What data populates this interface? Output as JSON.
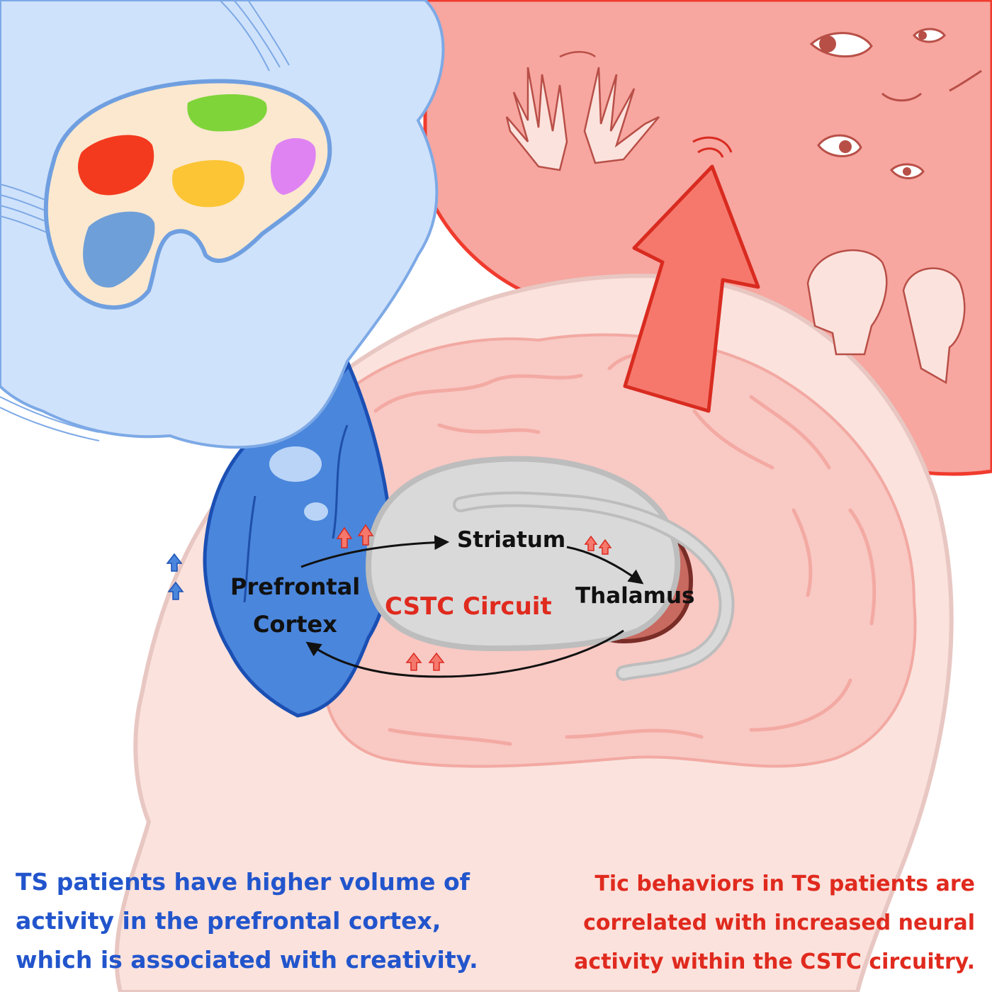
{
  "labels": {
    "striatum": "Striatum",
    "thalamus": "Thalamus",
    "prefrontal_line1": "Prefrontal",
    "prefrontal_line2": "Cortex",
    "cstc": "CSTC Circuit"
  },
  "captions": {
    "left": [
      "TS patients have higher volume of",
      "activity in the prefrontal cortex,",
      "which is associated with creativity."
    ],
    "right": [
      "Tic behaviors in TS patients are",
      "correlated with increased neural",
      "activity within the CSTC circuitry."
    ]
  },
  "colors": {
    "left_caption": "#2255cc",
    "right_caption": "#e02a1e",
    "cstc_label": "#e02a1e",
    "prefrontal_fill": "#4a86dc",
    "thought_bubble": "#cfe2fb",
    "tic_bubble": "#f7a6a0",
    "brain_fill": "#f9c9c4",
    "head_fill": "#fbe2dd",
    "striatum_fill": "#d9d9d9",
    "thalamus_fill": "#c86a60"
  },
  "icons": {
    "palette": "paint-palette-icon",
    "music": "music-staff-icon",
    "hands": "waving-hands-icon",
    "eyes": "blinking-eyes-icon",
    "heads": "head-jerk-icon",
    "big_arrow": "up-arrow-icon"
  }
}
